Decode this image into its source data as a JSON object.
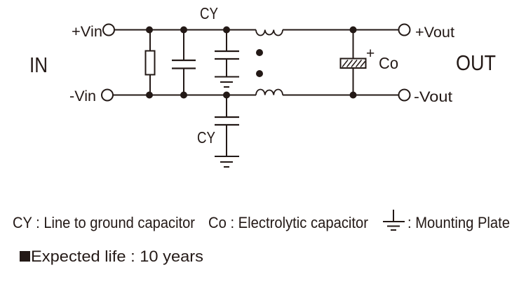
{
  "diagram": {
    "section_labels": {
      "input": "IN",
      "output": "OUT"
    },
    "terminals": {
      "vin_pos": "+Vin",
      "vin_neg": "-Vin",
      "vout_pos": "+Vout",
      "vout_neg": "-Vout"
    },
    "components": {
      "cy_top_label": "CY",
      "cy_bottom_label": "CY",
      "co_label": "Co",
      "co_polarity": "+"
    },
    "colors": {
      "ink": "#231916",
      "background": "#ffffff"
    }
  },
  "legend": {
    "cy_definition": "CY : Line to ground capacitor",
    "co_definition": "Co : Electrolytic capacitor",
    "mounting_plate_definition": ": Mounting Plate"
  },
  "notes": {
    "expected_life": "Expected life : 10 years"
  }
}
